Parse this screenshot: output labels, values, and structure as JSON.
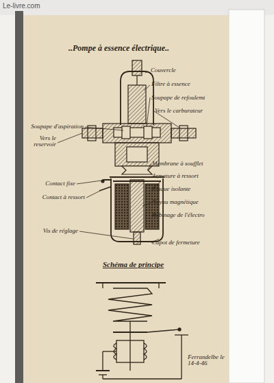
{
  "diagram": {
    "title": "..Pompe à essence électrique..",
    "labels": [
      "Couvercle",
      "Filtre à essence",
      "Soupape de refoulemt",
      "Vers le carburateur",
      "Soupape d'aspiration",
      "Vers le reservoir",
      "Membrane à soufflet",
      "Armature à ressort",
      "Plaque isolante",
      "Noyau magnétique",
      "Bobinage de l'électro",
      "Contact fixe",
      "Contact à ressort",
      "Vis de réglage",
      "Capot de fermeture",
      "Schéma de principe",
      "Ferrandelbe le 14-4-46",
      "Le-livre.com"
    ]
  }
}
